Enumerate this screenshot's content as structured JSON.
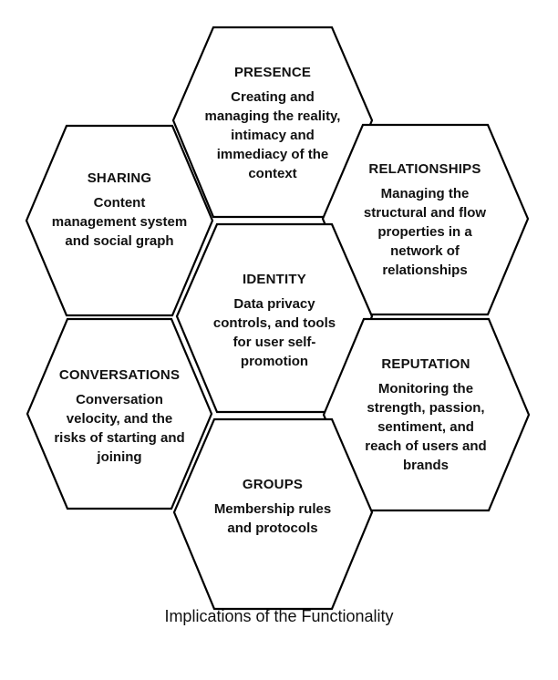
{
  "caption": "Implications of the Functionality",
  "hexagons": {
    "presence": {
      "title": "PRESENCE",
      "description": "Creating and managing the reality, intimacy and immediacy of the context"
    },
    "sharing": {
      "title": "SHARING",
      "description": "Content management system and social graph"
    },
    "relationships": {
      "title": "RELATIONSHIPS",
      "description": "Managing the structural and flow properties in a network of relationships"
    },
    "identity": {
      "title": "IDENTITY",
      "description": "Data privacy controls, and tools for user self-promotion"
    },
    "conversations": {
      "title": "CONVERSATIONS",
      "description": "Conversation velocity, and the risks of starting and joining"
    },
    "reputation": {
      "title": "REPUTATION",
      "description": "Monitoring the strength, passion, sentiment, and reach of users and brands"
    },
    "groups": {
      "title": "GROUPS",
      "description": "Membership rules and protocols"
    }
  }
}
